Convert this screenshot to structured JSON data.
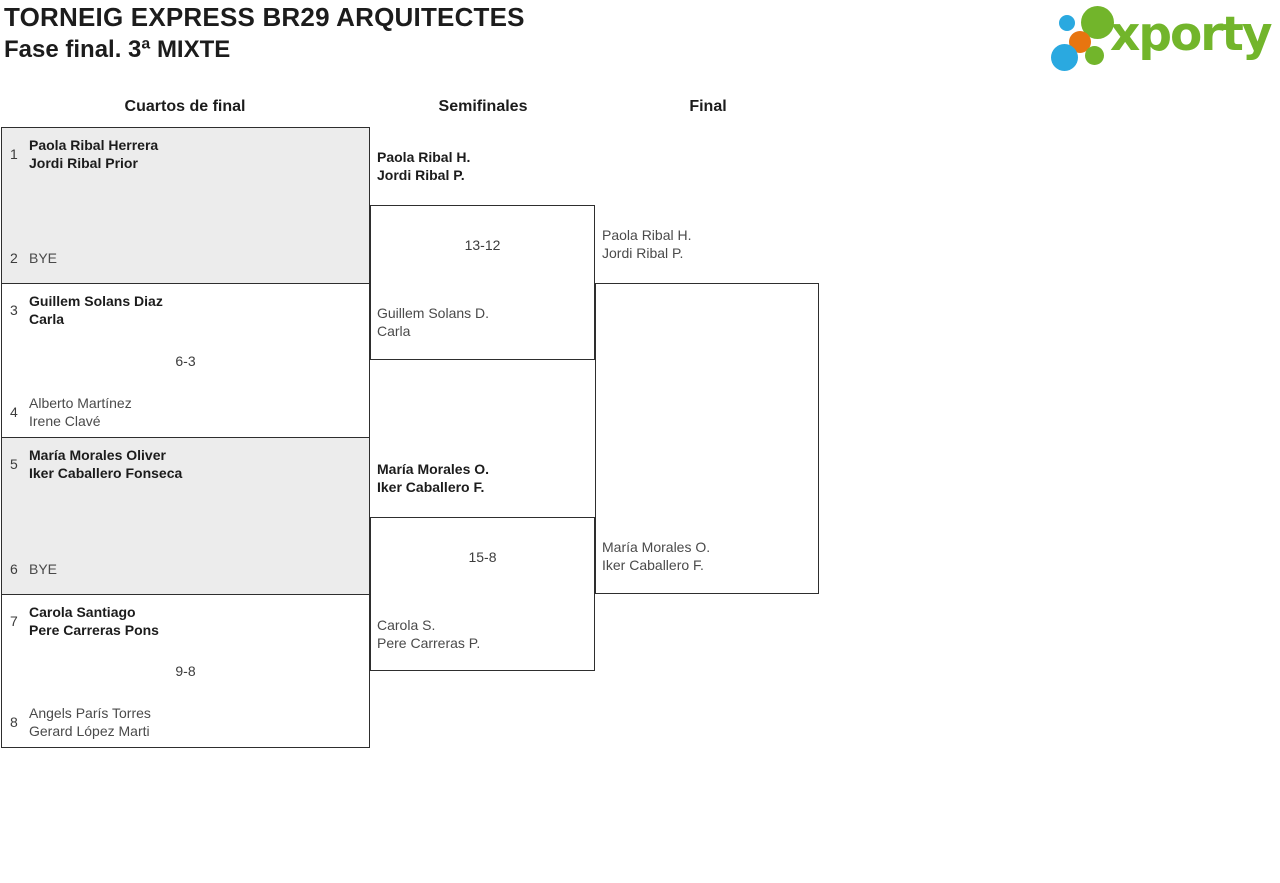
{
  "header": {
    "title": "TORNEIG EXPRESS BR29 ARQUITECTES",
    "subtitle": "Fase final. 3ª MIXTE"
  },
  "logo": {
    "text": "xporty",
    "colors": {
      "green": "#72b52b",
      "blue": "#2aa9e0",
      "orange": "#e8750f"
    }
  },
  "round_headers": {
    "quarterfinals": "Cuartos de final",
    "semifinals": "Semifinales",
    "final": "Final"
  },
  "bracket_colors": {
    "bye_background": "#ececec",
    "border": "#2e2e2e"
  },
  "quarterfinals": [
    {
      "seed_top": "1",
      "team_top": [
        "Paola Ribal Herrera",
        "Jordi Ribal Prior"
      ],
      "seed_bottom": "2",
      "team_bottom": [
        "BYE"
      ],
      "score": ""
    },
    {
      "seed_top": "3",
      "team_top": [
        "Guillem Solans Diaz",
        "Carla"
      ],
      "seed_bottom": "4",
      "team_bottom": [
        "Alberto Martínez",
        "Irene Clavé"
      ],
      "score": "6-3"
    },
    {
      "seed_top": "5",
      "team_top": [
        "María Morales Oliver",
        "Iker Caballero Fonseca"
      ],
      "seed_bottom": "6",
      "team_bottom": [
        "BYE"
      ],
      "score": ""
    },
    {
      "seed_top": "7",
      "team_top": [
        "Carola Santiago",
        "Pere Carreras Pons"
      ],
      "seed_bottom": "8",
      "team_bottom": [
        "Angels París Torres",
        "Gerard López Marti"
      ],
      "score": "9-8"
    }
  ],
  "semifinals": [
    {
      "team_top": [
        "Paola Ribal H.",
        "Jordi Ribal P."
      ],
      "score": "13-12",
      "team_bottom": [
        "Guillem Solans D.",
        "Carla"
      ]
    },
    {
      "team_top": [
        "María Morales O.",
        "Iker Caballero F."
      ],
      "score": "15-8",
      "team_bottom": [
        "Carola S.",
        "Pere Carreras P."
      ]
    }
  ],
  "final": {
    "team_top": [
      "Paola Ribal H.",
      "Jordi Ribal P."
    ],
    "team_bottom": [
      "María Morales O.",
      "Iker Caballero F."
    ]
  }
}
